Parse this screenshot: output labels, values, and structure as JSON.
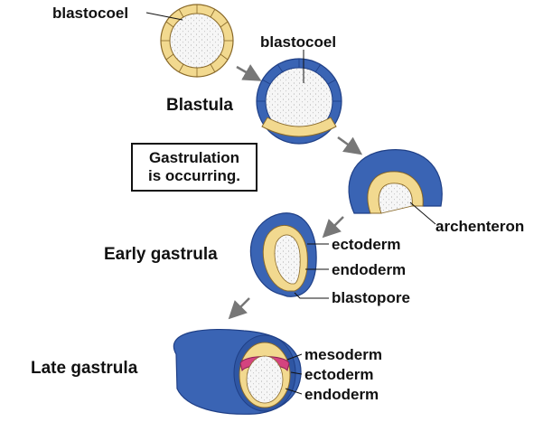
{
  "labels": {
    "blastocoel_top": "blastocoel",
    "blastocoel_blastula": "blastocoel",
    "blastula": "Blastula",
    "note_line1": "Gastrulation",
    "note_line2": "is occurring.",
    "archenteron": "archenteron",
    "early_gastrula": "Early gastrula",
    "ectoderm_early": "ectoderm",
    "endoderm_early": "endoderm",
    "blastopore": "blastopore",
    "late_gastrula": "Late gastrula",
    "mesoderm": "mesoderm",
    "ectoderm_late": "ectoderm",
    "endoderm_late": "endoderm"
  },
  "colors": {
    "ectoderm": "#3a64b4",
    "ectoderm_dark": "#1f3f86",
    "endoderm": "#f4dc95",
    "endoderm_outline": "#8a6a2a",
    "mesoderm": "#d4437f",
    "blastocoel": "#f4f4f4",
    "arrow": "#777777"
  }
}
